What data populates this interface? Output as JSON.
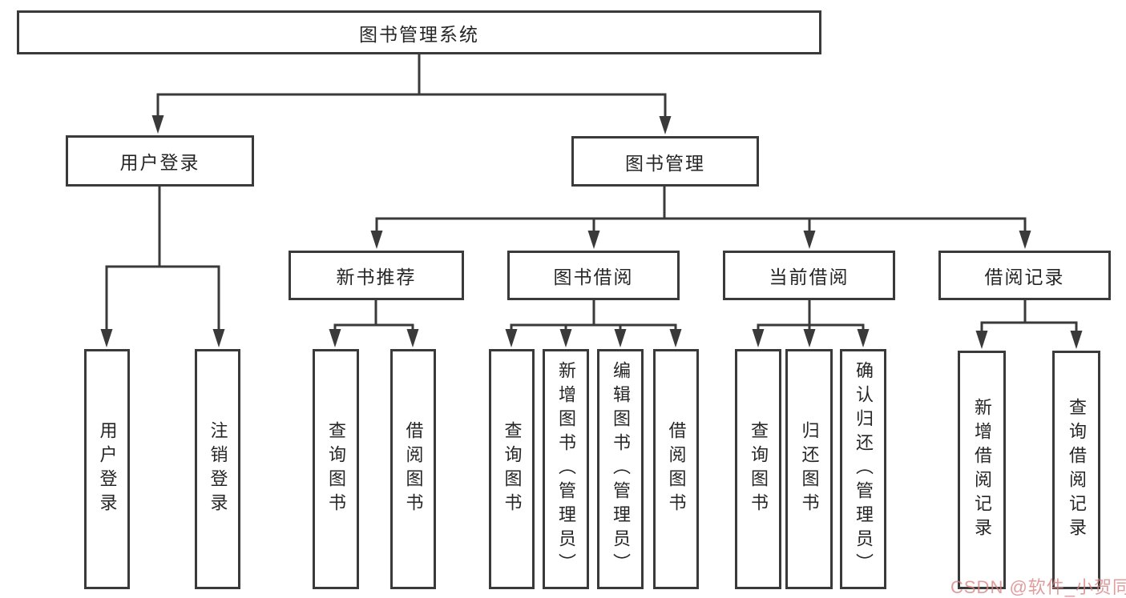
{
  "diagram_type": "tree",
  "root": {
    "label": "图书管理系统",
    "children": [
      {
        "label": "用户登录",
        "children": [
          {
            "label": "用户登录"
          },
          {
            "label": "注销登录"
          }
        ]
      },
      {
        "label": "图书管理",
        "children": [
          {
            "label": "新书推荐",
            "children": [
              {
                "label": "查询图书"
              },
              {
                "label": "借阅图书"
              }
            ]
          },
          {
            "label": "图书借阅",
            "children": [
              {
                "label": "查询图书"
              },
              {
                "label": "新增图书（管理员）"
              },
              {
                "label": "编辑图书（管理员）"
              },
              {
                "label": "借阅图书"
              }
            ]
          },
          {
            "label": "当前借阅",
            "children": [
              {
                "label": "查询图书"
              },
              {
                "label": "归还图书"
              },
              {
                "label": "确认归还（管理员）"
              }
            ]
          },
          {
            "label": "借阅记录",
            "children": [
              {
                "label": "新增借阅记录"
              },
              {
                "label": "查询借阅记录"
              }
            ]
          }
        ]
      }
    ]
  },
  "watermark": "CSDN @软件_小贺同学",
  "colors": {
    "line": "#3a3a3a",
    "box_border": "#3a3a3a",
    "text": "#262626",
    "background": "#ffffff",
    "watermark": "#d88080"
  }
}
